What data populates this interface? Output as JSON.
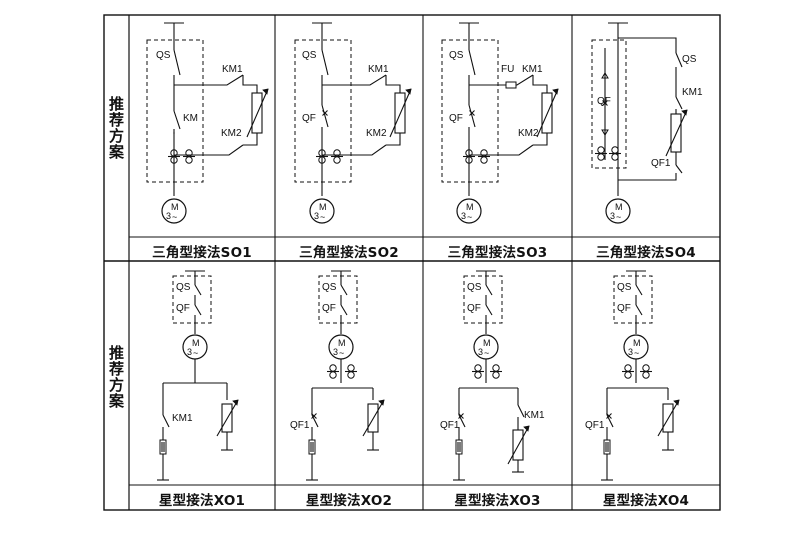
{
  "table": {
    "row_header": "推荐方案",
    "top_row": {
      "captions": [
        "三角型接法SO1",
        "三角型接法SO2",
        "三角型接法SO3",
        "三角型接法SO4"
      ],
      "schemes": [
        {
          "labels": [
            "QS",
            "KM",
            "KM1",
            "KM2"
          ]
        },
        {
          "labels": [
            "QS",
            "QF",
            "KM1",
            "KM2"
          ]
        },
        {
          "labels": [
            "QS",
            "QF",
            "FU",
            "KM1",
            "KM2"
          ]
        },
        {
          "labels": [
            "QF",
            "QS",
            "KM1",
            "QF1"
          ]
        }
      ]
    },
    "bottom_row": {
      "captions": [
        "星型接法XO1",
        "星型接法XO2",
        "星型接法XO3",
        "星型接法XO4"
      ],
      "schemes": [
        {
          "labels": [
            "QS",
            "QF",
            "KM1"
          ]
        },
        {
          "labels": [
            "QS",
            "QF",
            "QF1"
          ]
        },
        {
          "labels": [
            "QS",
            "QF",
            "QF1",
            "KM1"
          ]
        },
        {
          "labels": [
            "QS",
            "QF",
            "QF1"
          ]
        }
      ]
    },
    "motor_symbol": {
      "letter": "M",
      "phase": "3",
      "wave": "~"
    }
  }
}
